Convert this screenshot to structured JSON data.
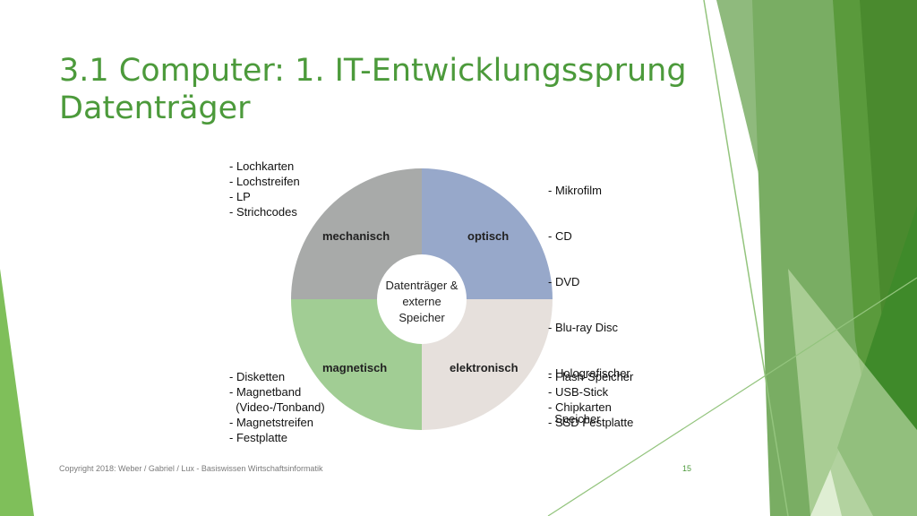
{
  "title": {
    "line1": "3.1 Computer: 1. IT-Entwicklungssprung",
    "line2": "Datenträger"
  },
  "diagram": {
    "center": {
      "line1": "Datenträger &",
      "line2": "externe",
      "line3": "Speicher"
    },
    "segments": {
      "mechanisch": {
        "label": "mechanisch",
        "color": "#a8aaa9",
        "items": [
          "- Lochkarten",
          "- Lochstreifen",
          "- LP",
          "- Strichcodes"
        ]
      },
      "optisch": {
        "label": "optisch",
        "color": "#97a8ca",
        "items": [
          "- Mikrofilm",
          "- CD",
          "- DVD",
          "- Blu-ray Disc",
          "- Holografischer",
          "  Speicher"
        ]
      },
      "magnetisch": {
        "label": "magnetisch",
        "color": "#a1cd94",
        "items": [
          "- Disketten",
          "- Magnetband",
          "  (Video-/Tonband)",
          "- Magnetstreifen",
          "- Festplatte"
        ]
      },
      "elektronisch": {
        "label": "elektronisch",
        "color": "#e6e0dc",
        "items": [
          "- Flash-Speicher",
          "- USB-Stick",
          "- Chipkarten",
          "- SSD Festplatte"
        ]
      }
    }
  },
  "footer": {
    "copyright": "Copyright 2018: Weber / Gabriel / Lux - Basiswissen Wirtschaftsinformatik",
    "page_number": "15"
  },
  "theme": {
    "accent": "#4c9a3b"
  }
}
